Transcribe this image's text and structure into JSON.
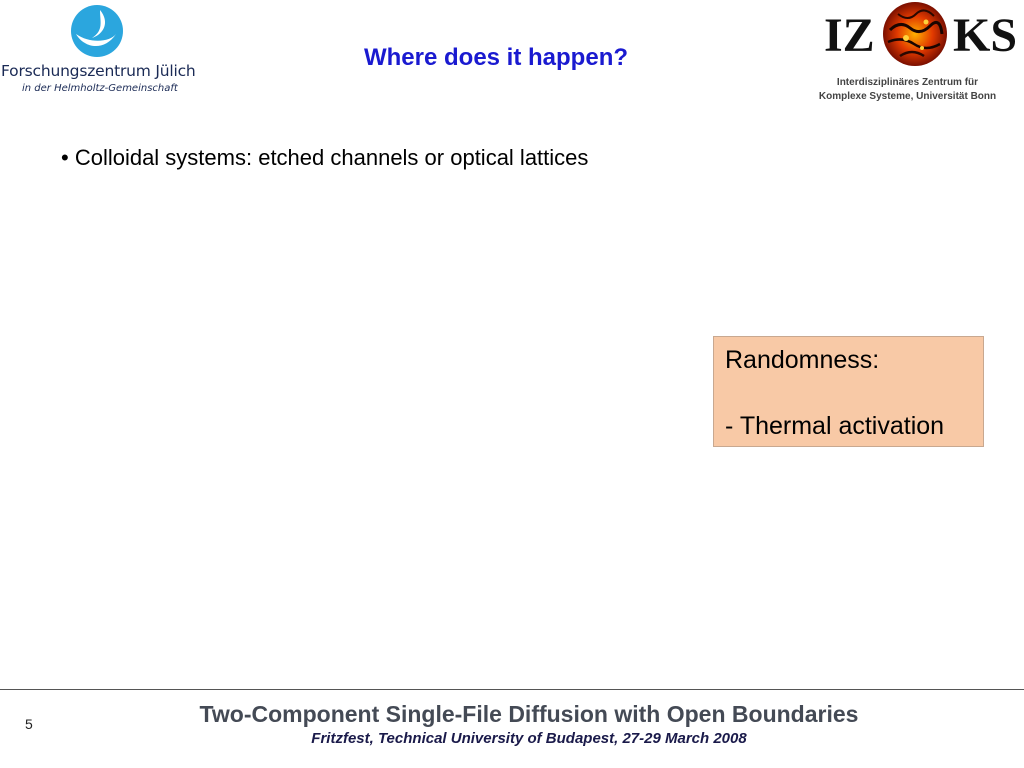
{
  "logos": {
    "left": {
      "name": "Forschungszentrum Jülich",
      "subtitle": "in der Helmholtz-Gemeinschaft",
      "color": "#2ba6de"
    },
    "right": {
      "letters_left": "IZ",
      "letters_right": "KS",
      "caption_line1": "Interdisziplinäres Zentrum für",
      "caption_line2": "Komplexe Systeme, Universität Bonn"
    }
  },
  "slide": {
    "title": "Where does it happen?",
    "bullet": "• Colloidal systems: etched channels or optical lattices",
    "note_box": {
      "line1": "Randomness:",
      "line2": "- Thermal activation",
      "background": "#f8c9a6"
    }
  },
  "footer": {
    "page_number": "5",
    "title": "Two-Component Single-File Diffusion with Open Boundaries",
    "subtitle": "Fritzfest, Technical University of Budapest, 27-29 March 2008"
  },
  "colors": {
    "title": "#1a1ad0",
    "footer_title": "#444a55"
  }
}
